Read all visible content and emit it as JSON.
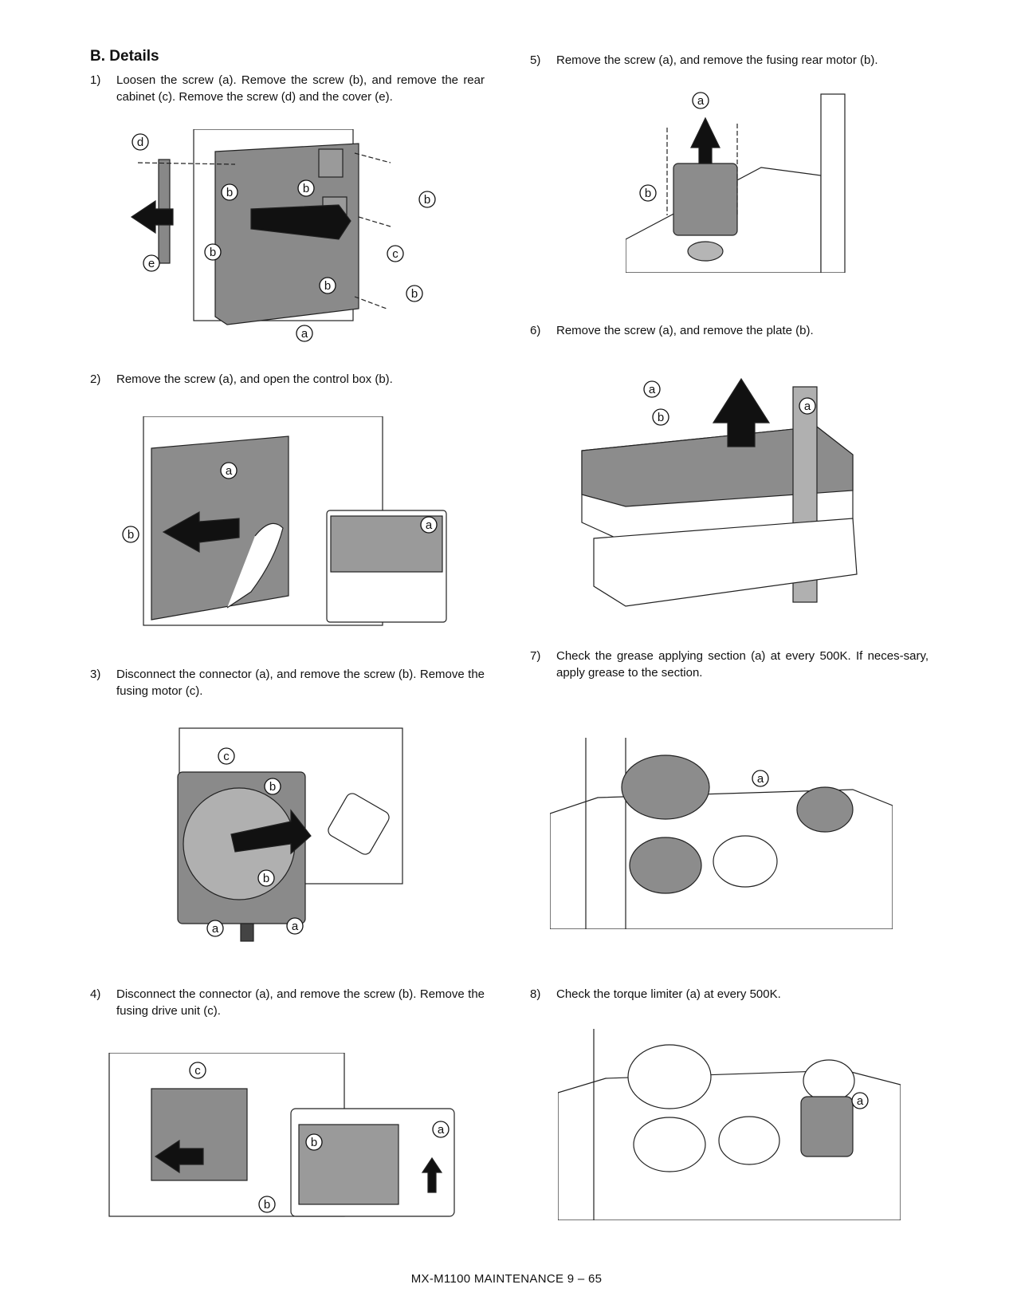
{
  "section_heading": "B.  Details",
  "steps": [
    {
      "num": "1)",
      "text": "Loosen the screw (a). Remove the screw (b), and remove the rear cabinet (c). Remove the screw (d) and the cover (e).",
      "callouts": [
        "d",
        "b",
        "b",
        "b",
        "e",
        "b",
        "c",
        "b",
        "b",
        "a"
      ]
    },
    {
      "num": "2)",
      "text": "Remove the screw (a), and open the control box (b).",
      "callouts": [
        "a",
        "b",
        "a"
      ]
    },
    {
      "num": "3)",
      "text": "Disconnect the connector (a), and remove the screw (b). Remove the fusing motor (c).",
      "callouts": [
        "c",
        "b",
        "b",
        "a",
        "a"
      ]
    },
    {
      "num": "4)",
      "text": "Disconnect the connector (a), and remove the screw (b). Remove the fusing drive unit (c).",
      "callouts": [
        "c",
        "b",
        "a",
        "b"
      ]
    },
    {
      "num": "5)",
      "text": "Remove the screw (a), and remove the fusing rear motor (b).",
      "callouts": [
        "a",
        "b"
      ]
    },
    {
      "num": "6)",
      "text": "Remove the screw (a), and remove the plate (b).",
      "callouts": [
        "a",
        "b",
        "a"
      ]
    },
    {
      "num": "7)",
      "text": "Check the grease applying section (a) at every 500K. If neces-sary, apply grease to the section.",
      "callouts": [
        "a"
      ]
    },
    {
      "num": "8)",
      "text": "Check the torque limiter (a) at every 500K.",
      "callouts": [
        "a"
      ]
    }
  ],
  "footer": "MX-M1100  MAINTENANCE  9 – 65"
}
